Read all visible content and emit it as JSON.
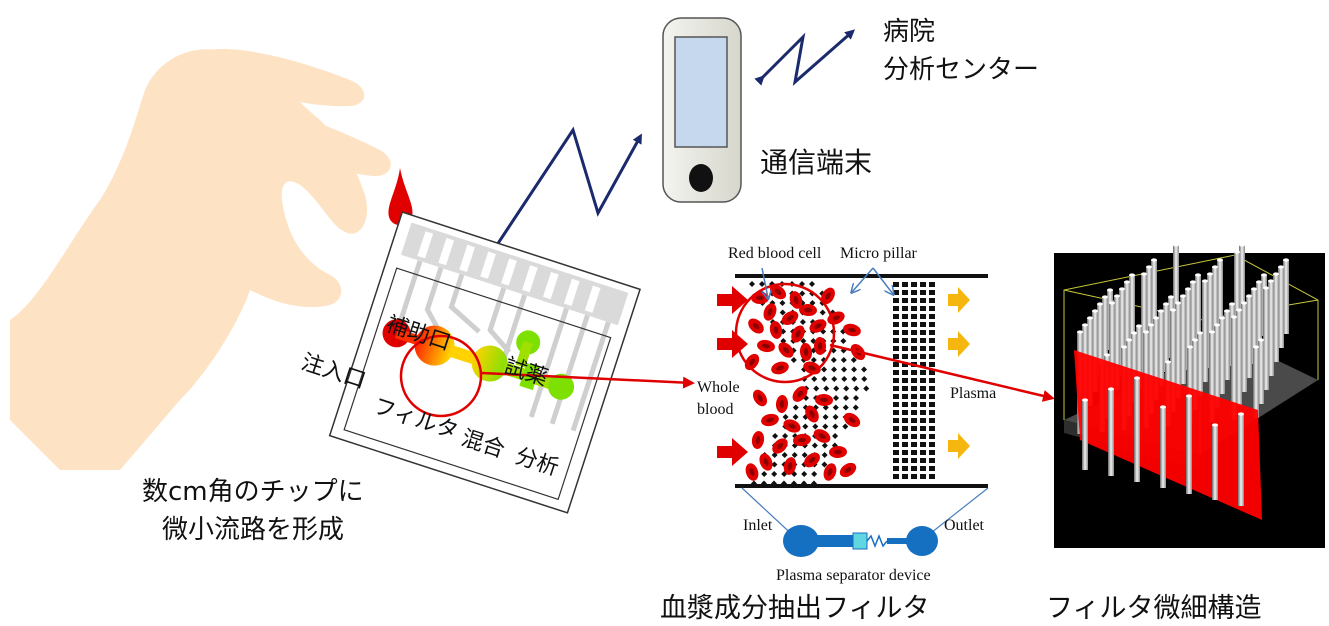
{
  "communication": {
    "hospital_line1": "病院",
    "hospital_line2": "分析センター",
    "terminal_label": "通信端末"
  },
  "chip": {
    "injection_port": "注入口",
    "auxiliary_port": "補助口",
    "reagent": "試薬",
    "filter": "フィルタ",
    "mixing": "混合",
    "analysis": "分析",
    "caption_line1": "数cm角のチップに",
    "caption_line2": "微小流路を形成"
  },
  "separator": {
    "red_blood_cell": "Red blood cell",
    "micro_pillar": "Micro pillar",
    "whole_blood_line1": "Whole",
    "whole_blood_line2": "blood",
    "plasma": "Plasma",
    "inlet": "Inlet",
    "outlet": "Outlet",
    "device_name": "Plasma separator device",
    "caption": "血漿成分抽出フィルタ"
  },
  "microstructure": {
    "caption": "フィルタ微細構造"
  },
  "colors": {
    "hand": "#fde3c4",
    "blood": "#e00000",
    "arrow_navy": "#1a2a6c",
    "plasma_arrow": "#f5b70f",
    "device_blue": "#1670c2",
    "screen": "#c5d8ee"
  },
  "icons": [
    "hand-icon",
    "blood-drop-icon",
    "phone-icon",
    "signal-zigzag-icon",
    "chip-icon"
  ]
}
